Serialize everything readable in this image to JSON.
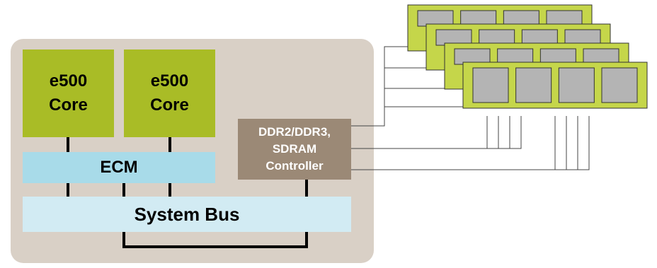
{
  "diagram": {
    "cores": [
      {
        "label": "e500\nCore"
      },
      {
        "label": "e500\nCore"
      }
    ],
    "ecm": {
      "label": "ECM"
    },
    "system_bus": {
      "label": "System Bus"
    },
    "ddr_controller": {
      "label": "DDR2/DDR3,\nSDRAM\nController"
    },
    "memory_modules": {
      "count": 4,
      "chips_per_module": 4
    },
    "colors": {
      "soc_background": "#d9d0c6",
      "core": "#a9bc26",
      "bus": "#d2ebf3",
      "ecm": "#a8dbe9",
      "controller": "#9b8976",
      "module": "#c5d64a",
      "chip": "#b4b4b4",
      "connector": "#000000"
    }
  }
}
